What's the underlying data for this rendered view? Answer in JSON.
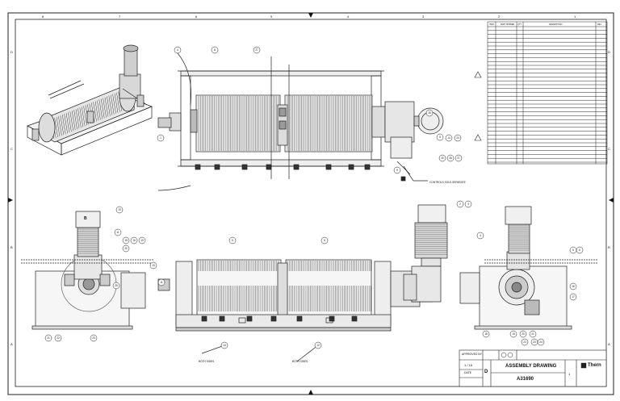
{
  "title_block": {
    "title": "ASSEMBLY DRAWING",
    "drawing_number": "A31690",
    "company": "Thern",
    "scale": "1 / 16",
    "size": "D",
    "sheet": "1",
    "approval": "APPROVED BY",
    "date_label": "DATE"
  },
  "annotations": {
    "control_note": "CONTROLS SOLD SEPARATE",
    "both_sides_1": "BOTH SIDES",
    "both_sides_2": "BOTH SIDES"
  },
  "border": {
    "top_numbers": [
      "8",
      "7",
      "6",
      "5",
      "4",
      "3",
      "2",
      "1"
    ],
    "side_letters": [
      "D",
      "C",
      "B",
      "A"
    ]
  },
  "balloons": {
    "top_view": [
      "4",
      "8",
      "27",
      "1",
      "5",
      "14",
      "24",
      "20",
      "26",
      "27",
      "28",
      "9"
    ],
    "end_view_left": [
      "10",
      "B",
      "11",
      "15",
      "16",
      "19",
      "20",
      "21",
      "22",
      "23",
      "25"
    ],
    "front_view": [
      "6",
      "5",
      "13",
      "11",
      "14",
      "12"
    ],
    "motor_view": [
      "2",
      "3"
    ],
    "end_view_right": [
      "4",
      "5",
      "6",
      "16",
      "17",
      "18",
      "19",
      "20",
      "21",
      "22",
      "23",
      "24"
    ]
  },
  "bom": {
    "headers": [
      "ITEM",
      "PART NUMBER",
      "QTY",
      "DESCRIPTION",
      "REV"
    ]
  }
}
